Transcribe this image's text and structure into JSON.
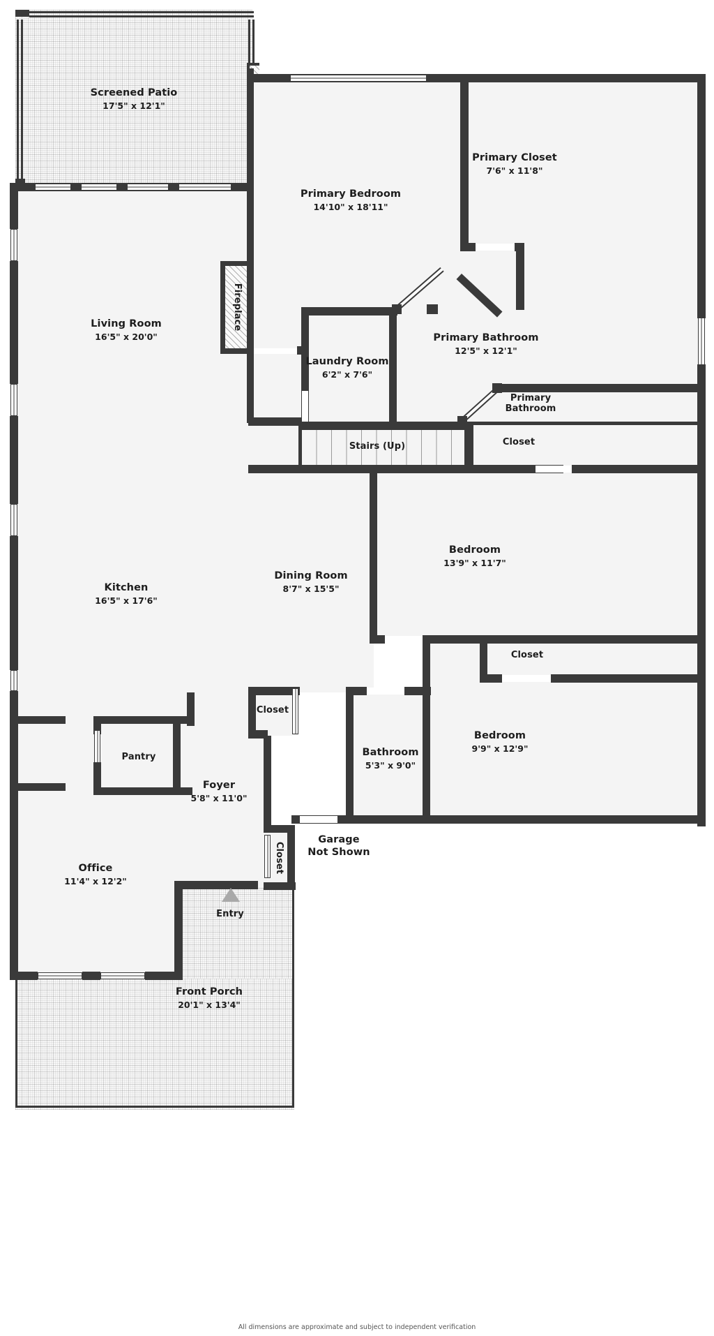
{
  "document": {
    "type": "floor-plan",
    "footer_note": "All dimensions are approximate and subject to independent verification",
    "background_color": "#ffffff",
    "wall_color": "#3a3a3a",
    "room_fill_color": "#f4f4f4",
    "text_color": "#1d1d1d"
  },
  "rooms": [
    {
      "id": "screened_patio",
      "name": "Screened Patio",
      "dimensions": "17'5\" x 12'1\""
    },
    {
      "id": "primary_bedroom",
      "name": "Primary Bedroom",
      "dimensions": "14'10\" x 18'11\""
    },
    {
      "id": "primary_closet",
      "name": "Primary Closet",
      "dimensions": "7'6\" x 11'8\""
    },
    {
      "id": "primary_bathroom",
      "name": "Primary Bathroom",
      "dimensions": "12'5\" x 12'1\""
    },
    {
      "id": "primary_bathroom_2",
      "name": "Primary Bathroom",
      "dimensions": ""
    },
    {
      "id": "closet_primary",
      "name": "Closet",
      "dimensions": ""
    },
    {
      "id": "living_room",
      "name": "Living Room",
      "dimensions": "16'5\" x 20'0\""
    },
    {
      "id": "fireplace",
      "name": "Fireplace",
      "dimensions": ""
    },
    {
      "id": "laundry_room",
      "name": "Laundry Room",
      "dimensions": "6'2\" x 7'6\""
    },
    {
      "id": "stairs",
      "name": "Stairs (Up)",
      "dimensions": ""
    },
    {
      "id": "bedroom_1",
      "name": "Bedroom",
      "dimensions": "13'9\" x 11'7\""
    },
    {
      "id": "closet_bedroom_1",
      "name": "Closet",
      "dimensions": ""
    },
    {
      "id": "bedroom_2",
      "name": "Bedroom",
      "dimensions": "9'9\" x 12'9\""
    },
    {
      "id": "bathroom",
      "name": "Bathroom",
      "dimensions": "5'3\" x 9'0\""
    },
    {
      "id": "kitchen",
      "name": "Kitchen",
      "dimensions": "16'5\" x 17'6\""
    },
    {
      "id": "dining_room",
      "name": "Dining Room",
      "dimensions": "8'7\" x 15'5\""
    },
    {
      "id": "closet_hall",
      "name": "Closet",
      "dimensions": ""
    },
    {
      "id": "pantry",
      "name": "Pantry",
      "dimensions": ""
    },
    {
      "id": "foyer",
      "name": "Foyer",
      "dimensions": "5'8\" x 11'0\""
    },
    {
      "id": "closet_foyer",
      "name": "Closet",
      "dimensions": ""
    },
    {
      "id": "office",
      "name": "Office",
      "dimensions": "11'4\" x 12'2\""
    },
    {
      "id": "front_porch",
      "name": "Front Porch",
      "dimensions": "20'1\" x 13'4\""
    }
  ],
  "annotations": {
    "garage_line_1": "Garage",
    "garage_line_2": "Not Shown",
    "entry_label": "Entry"
  }
}
